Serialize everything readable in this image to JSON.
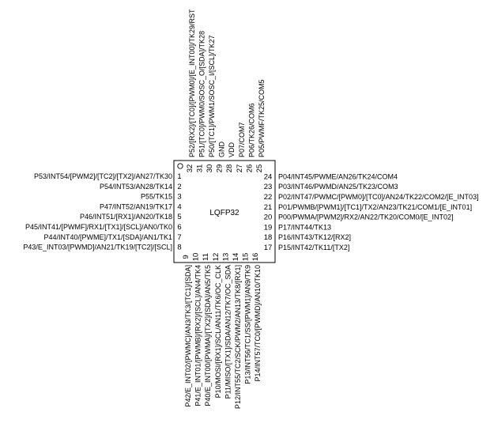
{
  "package": "LQFP32",
  "pins": {
    "left": [
      {
        "num": "1",
        "label": "P53/INT54/[PWM2]/[TC2]/[TX2]/AN27/TK30"
      },
      {
        "num": "2",
        "label": "P54/INT53/AN28/TK14"
      },
      {
        "num": "3",
        "label": "P55/TK15"
      },
      {
        "num": "4",
        "label": "P47/INT52/AN19/TK17"
      },
      {
        "num": "5",
        "label": "P46/INT51/[RX1]/AN20/TK18"
      },
      {
        "num": "6",
        "label": "P45/INT41/[PWMF]/RX1/[TX1]/[SCL]/AN0/TK0"
      },
      {
        "num": "7",
        "label": "P44/INT40/[PWME]/TX1/[SDA]/AN1/TK1"
      },
      {
        "num": "8",
        "label": "P43/E_INT03/[PWMD]/AN21/TK19/[TC2]/[SCL]"
      }
    ],
    "bottom": [
      {
        "num": "9",
        "label": "P42/E_INT02/[PWMC]/AN3/TK3/[TC1]/[SDA]"
      },
      {
        "num": "10",
        "label": "P41/E_INT01/[PWMB]/[RX2]/[SCL]/AN4/TK4"
      },
      {
        "num": "11",
        "label": "P40/E_INT00/[PWMA]/[TX2]/[SDA]/AN5/TK5"
      },
      {
        "num": "12",
        "label": "P10/MOSI/[RX1]/SCL/AN11/TK6/OC_CLK"
      },
      {
        "num": "13",
        "label": "P11/MISO/[TX1]/SDA/AN12/TK7/OC_SDA"
      },
      {
        "num": "14",
        "label": "P12/INT55/TC2/SCK/PWM2/AN13/TK8/[RX1]"
      },
      {
        "num": "15",
        "label": "P13/INT56/TC1/SS/[PWM1]/AN9/TK9"
      },
      {
        "num": "16",
        "label": "P14/INT57/TC0/[PWMD]/AN10/TK10"
      }
    ],
    "right": [
      {
        "num": "17",
        "label": "P15/INT42/TK11/[TX2]"
      },
      {
        "num": "18",
        "label": "P16/INT43/TK12/[RX2]"
      },
      {
        "num": "19",
        "label": "P17/INT44/TK13"
      },
      {
        "num": "20",
        "label": "P00/PWMA/[PWM2]/RX2/AN22/TK20/COM0/[E_INT02]"
      },
      {
        "num": "21",
        "label": "P01/PWMB/[PWM1]/[TC1]/TX2/AN23/TK21/COM1/[E_INT01]"
      },
      {
        "num": "22",
        "label": "P02/INT47/PWMC/[PWM0]/[TC0]/AN24/TK22/COM2/[E_INT03]"
      },
      {
        "num": "23",
        "label": "P03/INT46/PWMD/AN25/TK23/COM3"
      },
      {
        "num": "24",
        "label": "P04/INT45/PWME/AN26/TK24/COM4"
      }
    ],
    "top": [
      {
        "num": "25",
        "label": "P05/PWMF/TK25/COM5"
      },
      {
        "num": "26",
        "label": "P06/TK26/COM6"
      },
      {
        "num": "27",
        "label": "P07/COM7"
      },
      {
        "num": "28",
        "label": "VDD"
      },
      {
        "num": "29",
        "label": "GND"
      },
      {
        "num": "30",
        "label": "P50/[TC1]/PWM1/SOSC_I/[SCL]/TK27"
      },
      {
        "num": "31",
        "label": "P51/[TC0]/PWM0/SOSC_O/[SDA]/TK28"
      },
      {
        "num": "32",
        "label": "P52/[RX2]/[TC0]/[PWM0]/[E_INT00]/TK29/RST"
      }
    ]
  }
}
